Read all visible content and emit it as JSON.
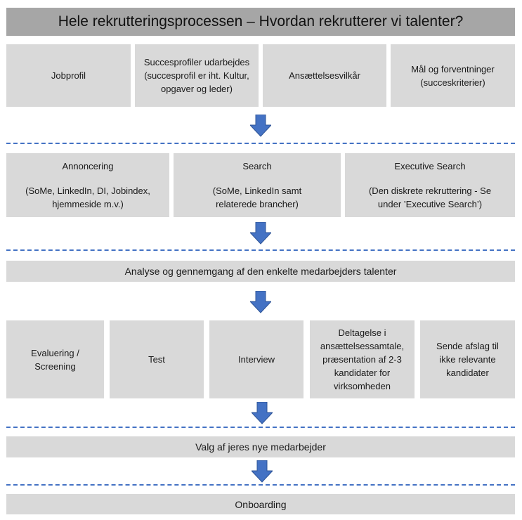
{
  "title": "Hele rekrutteringsprocessen – Hvordan rekrutterer vi talenter?",
  "row1": [
    "Jobprofil",
    "Succesprofiler udarbejdes (succesprofil er iht. Kultur, opgaver og leder)",
    "Ansættelsesvilkår",
    "Mål og forventninger (succeskriterier)"
  ],
  "row2": [
    {
      "heading": "Annoncering",
      "detail": "(SoMe, LinkedIn, DI, Jobindex, hjemmeside m.v.)"
    },
    {
      "heading": "Search",
      "detail": "(SoMe, LinkedIn samt relaterede brancher)"
    },
    {
      "heading": "Executive Search",
      "detail": "(Den diskrete rekruttering - Se under ’Executive Search’)"
    }
  ],
  "analysis": "Analyse og gennemgang af den enkelte medarbejders talenter",
  "row4": [
    "Evaluering / Screening",
    "Test",
    "Interview",
    "Deltagelse i ansættelsessamtale, præsentation af 2-3 kandidater for virksomheden",
    "Sende afslag til ikke relevante kandidater"
  ],
  "selection": "Valg af jeres nye medarbejder",
  "onboarding": "Onboarding",
  "colors": {
    "box": "#d9d9d9",
    "title": "#a6a6a6",
    "accent": "#4472c4"
  }
}
